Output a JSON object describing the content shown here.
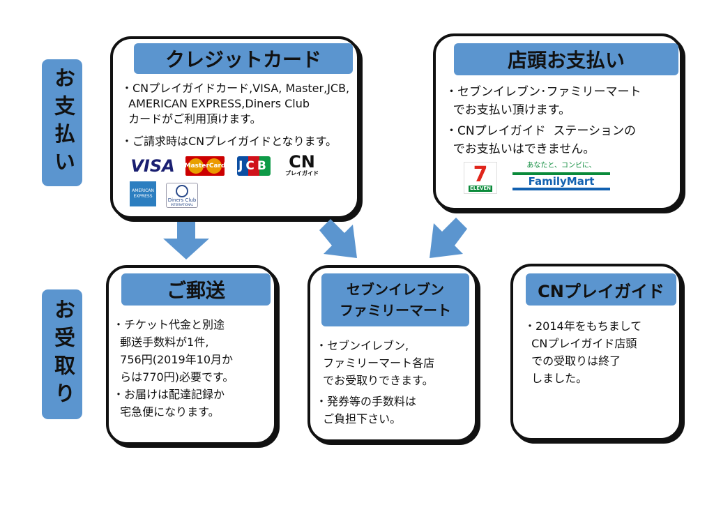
{
  "side_labels": {
    "payment": "お支払い",
    "receive": "お受取り"
  },
  "credit": {
    "title": "クレジットカード",
    "lines": [
      "・CNプレイガイドカード,VISA, Master,JCB,",
      "  AMERICAN EXPRESS,Diners Club",
      "  カードがご利用頂けます。",
      "・ご請求時はCNプレイガイドとなります。"
    ],
    "logos": {
      "visa": "VISA",
      "master": "MasterCard",
      "jcb": "JCB",
      "cn": "CN",
      "cn_sub": "プレイガイド",
      "amex": "AMERICAN EXPRESS",
      "diners": "Diners Club",
      "diners_sub": "INTERNATIONAL"
    }
  },
  "store": {
    "title": "店頭お支払い",
    "lines": [
      "・セブンイレブン･ファミリーマート",
      "  でお支払い頂けます。",
      "・CNプレイガイド  ステーションの",
      "  でお支払いはできません。"
    ],
    "logos": {
      "seven": "7",
      "seven_sub": "ELEVEN",
      "famima_top": "あなたと、コンビに、",
      "famima": "FamilyMart"
    }
  },
  "mail": {
    "title": "ご郵送",
    "lines": [
      "・チケット代金と別途",
      "  郵送手数料が1件,",
      "  756円(2019年10月か",
      "  らは770円)必要です。",
      "・お届けは配達記録か",
      "  宅急便になります。"
    ]
  },
  "conv": {
    "title_line1": "セブンイレブン",
    "title_line2": "ファミリーマート",
    "lines": [
      "・セブンイレブン,",
      "  ファミリーマート各店",
      "  でお受取りできます。",
      "・発券等の手数料は",
      "  ご負担下さい。"
    ]
  },
  "cn": {
    "title": "CNプレイガイド",
    "lines": [
      "・2014年をもちまして",
      "  CNプレイガイド店頭",
      "  での受取りは終了",
      "  しました。"
    ]
  },
  "colors": {
    "accent": "#5b95cf",
    "border": "#111111"
  }
}
